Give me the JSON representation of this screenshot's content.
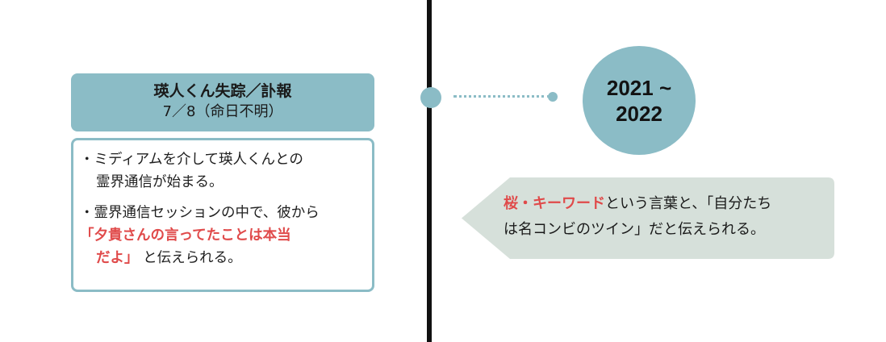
{
  "header": {
    "title": "瑛人くん失踪／訃報",
    "date": "7／8（命日不明）"
  },
  "details": {
    "bullet1": {
      "marker": "・",
      "line1": "ミディアムを介して瑛人くんとの",
      "line2": "霊界通信が始まる。"
    },
    "bullet2": {
      "marker": "・",
      "line1": "霊界通信セッションの中で、彼から",
      "highlight_line1": "「夕貴さんの言ってたことは本当",
      "highlight_line2": "だよ」",
      "tail": "と伝えられる。"
    }
  },
  "timeline": {
    "year_line1": "2021 ~",
    "year_line2": "2022"
  },
  "callout": {
    "highlight": "桜・キーワード",
    "text_line1": "という言葉と、「自分たち",
    "text_line2": "は名コンビのツイン」だと伝えられる。"
  },
  "colors": {
    "accent": "#8bbcc6",
    "callout_bg": "#d6e0da",
    "highlight": "#e04a4a",
    "timeline": "#111111"
  }
}
